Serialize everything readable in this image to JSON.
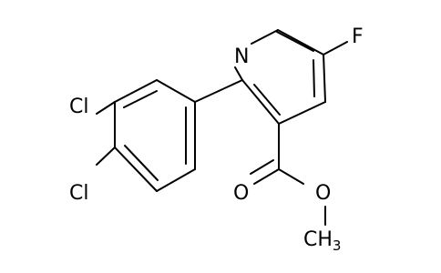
{
  "atoms": {
    "nitrogen": "N",
    "fluorine": "F",
    "chlorine_top": "Cl",
    "chlorine_bottom": "Cl",
    "oxygen_carbonyl": "O",
    "oxygen_ester": "O",
    "methyl_main": "CH",
    "methyl_subscript": "3"
  },
  "colors": {
    "bond": "#000000",
    "label": "#000000",
    "background": "#ffffff"
  }
}
